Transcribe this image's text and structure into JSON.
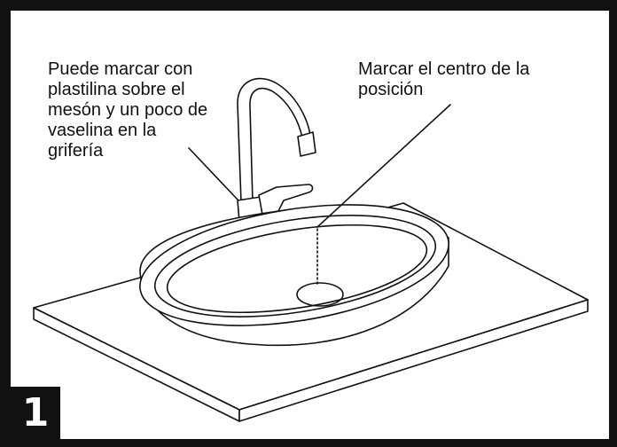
{
  "captions": {
    "left": "Puede marcar con\nplastilina sobre el\nmesón y un poco de\nvaselina en la\ngrifería",
    "right": "Marcar el centro de la\nposición"
  },
  "step": {
    "number": "1"
  },
  "colors": {
    "ink": "#111111",
    "paper": "#ffffff"
  }
}
